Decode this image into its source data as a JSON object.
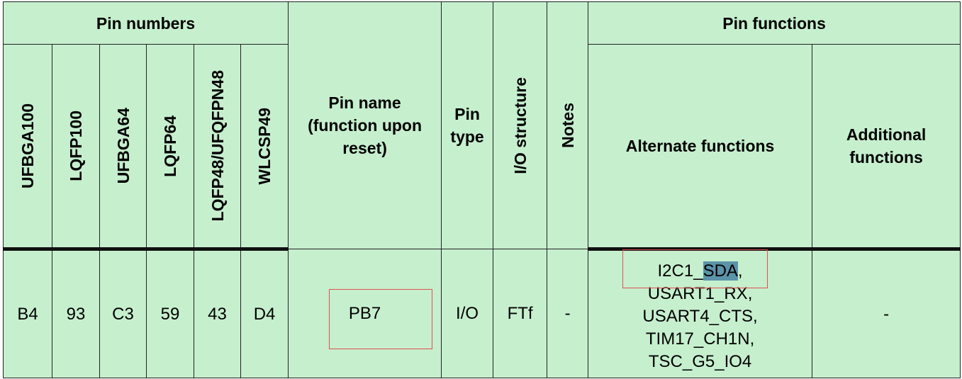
{
  "header": {
    "pin_numbers": "Pin numbers",
    "packages": [
      "UFBGA100",
      "LQFP100",
      "UFBGA64",
      "LQFP64",
      "LQFP48/UFQFPN48",
      "WLCSP49"
    ],
    "pin_name": "Pin name (function upon reset)",
    "pin_type": "Pin type",
    "io_structure": "I/O structure",
    "notes": "Notes",
    "pin_functions": "Pin functions",
    "alternate_functions": "Alternate functions",
    "additional_functions": "Additional functions"
  },
  "row": {
    "pins": [
      "B4",
      "93",
      "C3",
      "59",
      "43",
      "D4"
    ],
    "pin_name": "PB7",
    "pin_type": "I/O",
    "io_structure": "FTf",
    "notes": "-",
    "alternate_functions": {
      "first_prefix": "I2C1_",
      "first_selected": "SDA",
      "first_suffix": ",",
      "rest": [
        "USART1_RX,",
        "USART4_CTS,",
        "TIM17_CH1N,",
        "TSC_G5_IO4"
      ]
    },
    "additional_functions": "-"
  }
}
